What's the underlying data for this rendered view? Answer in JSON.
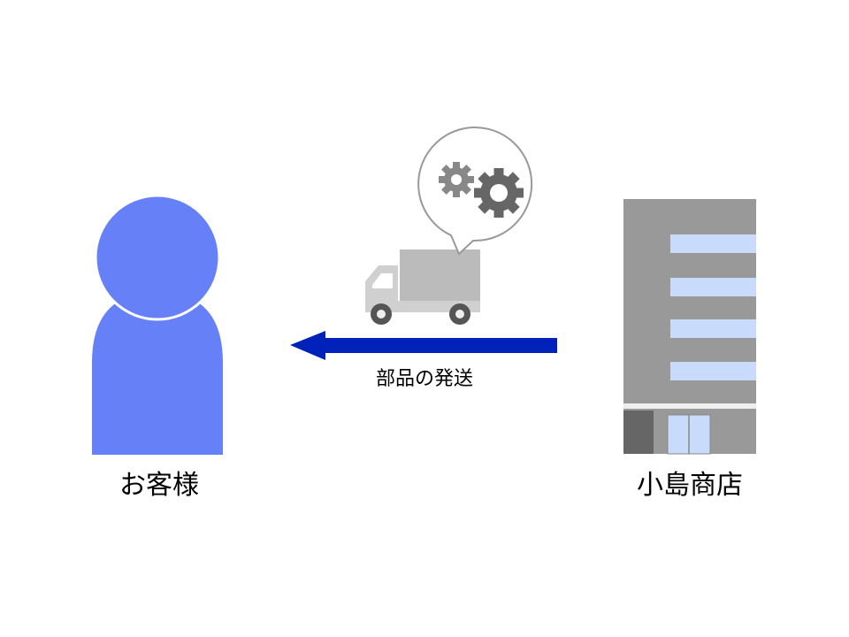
{
  "customer": {
    "label": "お客様"
  },
  "shop": {
    "label": "小島商店"
  },
  "shipping": {
    "label": "部品の発送"
  },
  "icons": {
    "customer": "person-icon",
    "shop": "building-icon",
    "truck": "truck-icon",
    "gears": "gears-icon",
    "arrow": "arrow-left-icon"
  },
  "colors": {
    "person": "#6680f8",
    "arrow": "#0022bb",
    "building": "#999999",
    "window": "#c9dbfb",
    "truck": "#bbbbbb",
    "gear_light": "#888888",
    "gear_dark": "#666666"
  }
}
